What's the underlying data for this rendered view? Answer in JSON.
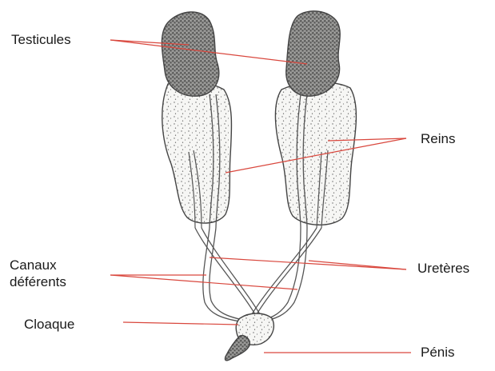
{
  "labels": {
    "testicules": "Testicules",
    "reins": "Reins",
    "canaux_line1": "Canaux",
    "canaux_line2": "déférents",
    "ureteres": "Uretères",
    "cloaque": "Cloaque",
    "penis": "Pénis"
  },
  "colors": {
    "leader_line": "#d9473d",
    "outline": "#444444",
    "background": "#ffffff"
  }
}
